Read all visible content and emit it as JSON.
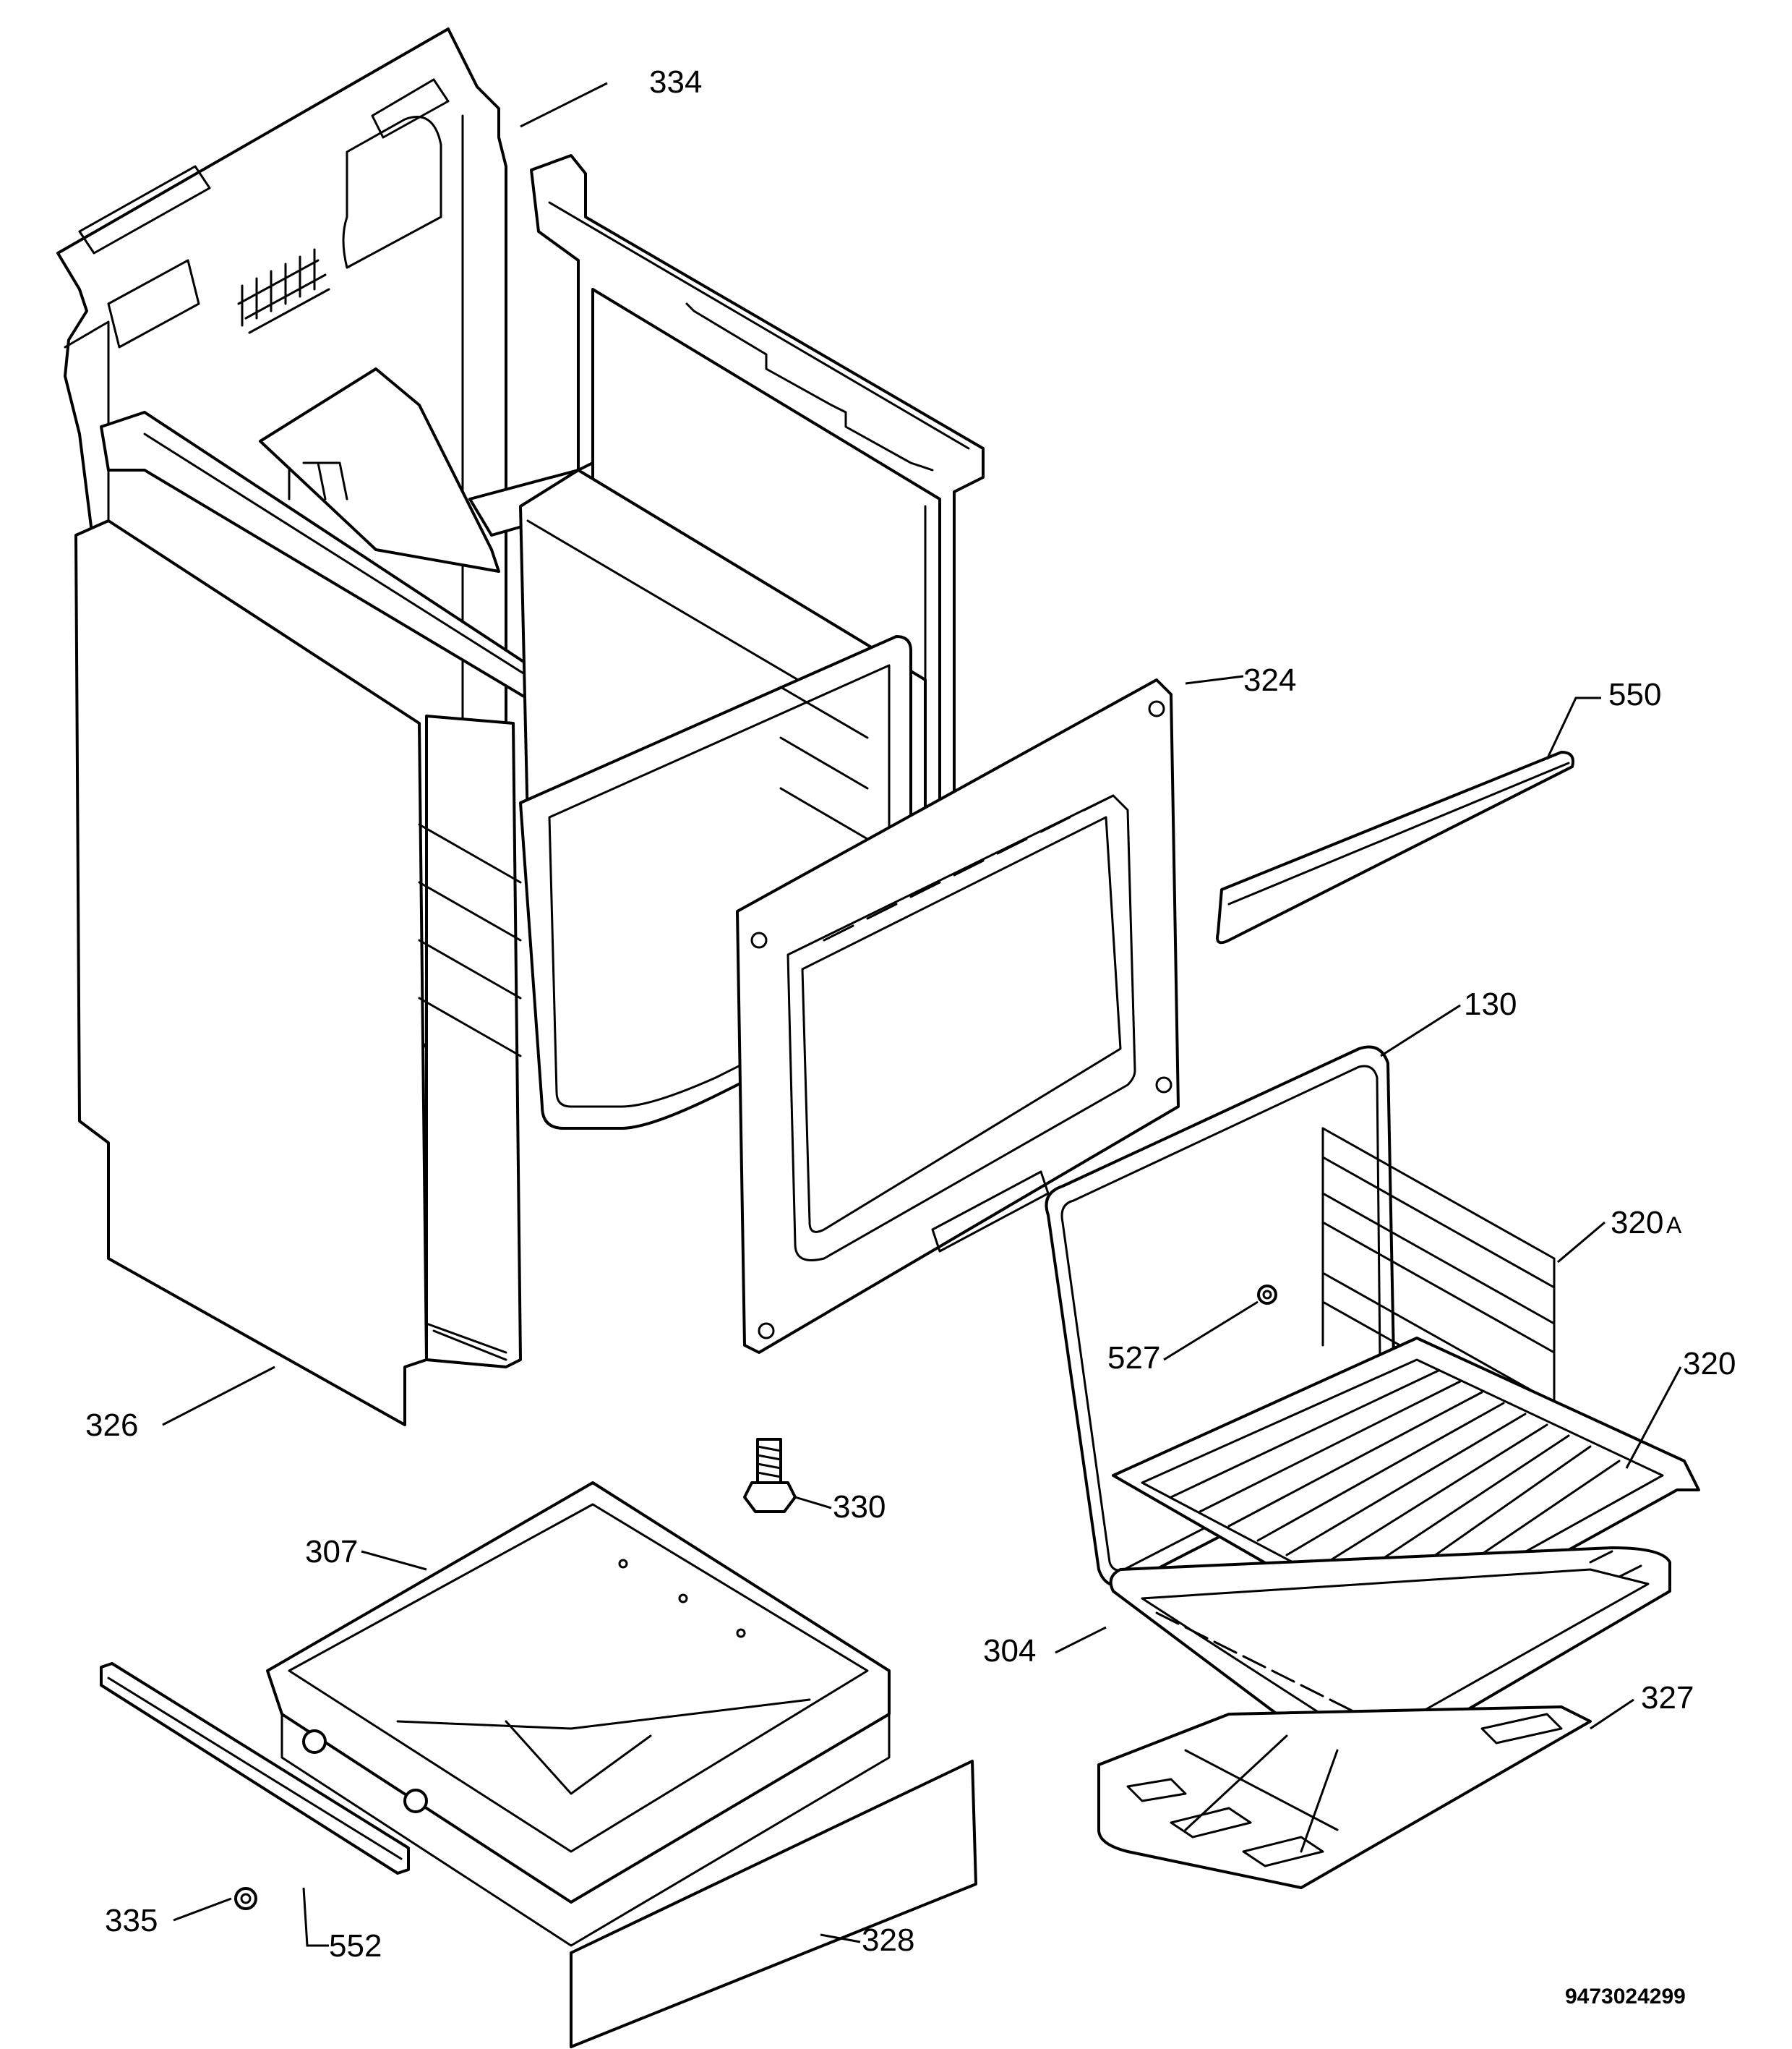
{
  "diagram": {
    "callouts": {
      "p334": "334",
      "p324": "324",
      "p550": "550",
      "p130": "130",
      "p320a": "320",
      "p320a_suffix": "A",
      "p527": "527",
      "p320": "320",
      "p326": "326",
      "p330": "330",
      "p307": "307",
      "p304": "304",
      "p327": "327",
      "p335": "335",
      "p552": "552",
      "p328": "328"
    },
    "drawing_code": "9473024299"
  }
}
